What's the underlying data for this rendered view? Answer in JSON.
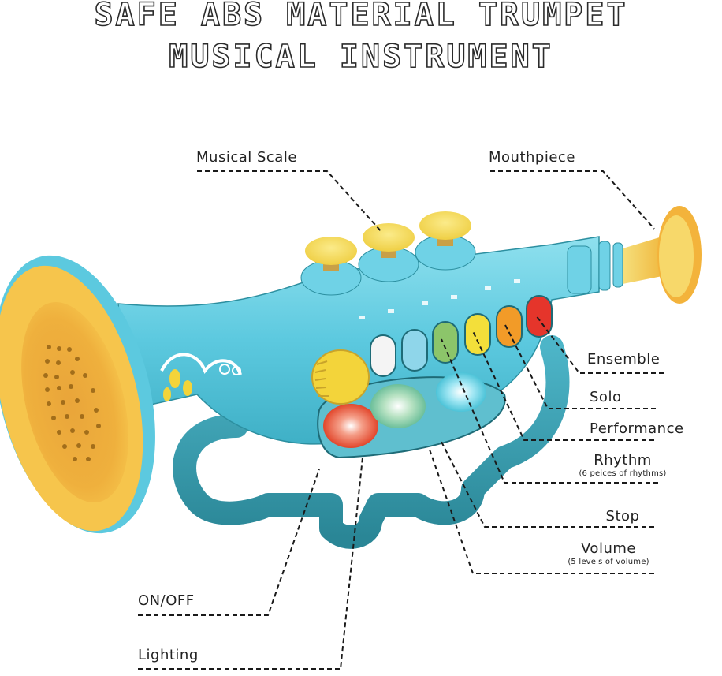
{
  "title": {
    "line1": "SAFE ABS MATERIAL TRUMPET",
    "line2": "MUSICAL INSTRUMENT"
  },
  "labels": {
    "musical_scale": "Musical Scale",
    "mouthpiece": "Mouthpiece",
    "ensemble": "Ensemble",
    "solo": "Solo",
    "performance": "Performance",
    "rhythm": "Rhythm",
    "rhythm_note": "(6 peices of rhythms)",
    "stop": "Stop",
    "volume": "Volume",
    "volume_note": "(5 levels of volume)",
    "on_off": "ON/OFF",
    "lighting": "Lighting"
  },
  "colors": {
    "body": "#5cc9df",
    "body_dark": "#2f8fa0",
    "bell": "#f2b540",
    "valve_caps": "#f7dd60",
    "key_colors": [
      "#f4f4f4",
      "#8fd6ea",
      "#8cc56a",
      "#f3df3a",
      "#f29b28",
      "#e5352b"
    ]
  }
}
